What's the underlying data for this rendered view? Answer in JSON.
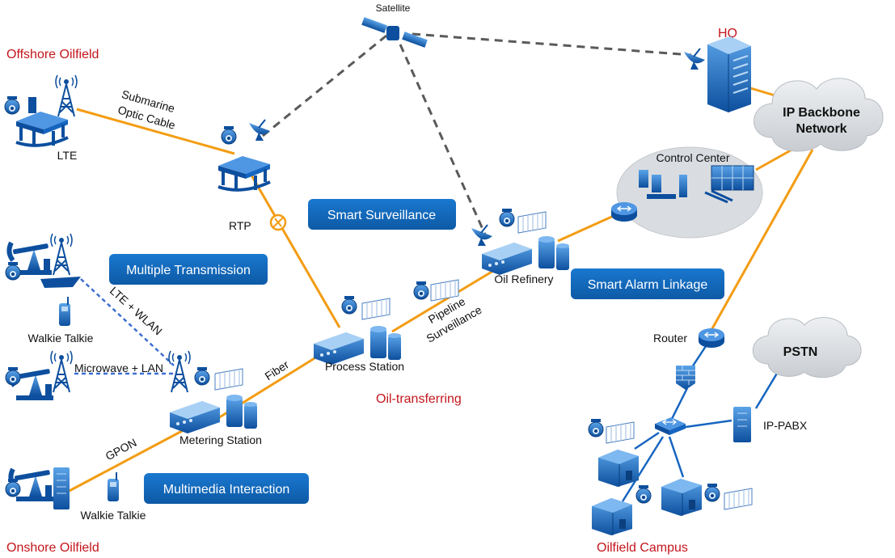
{
  "colors": {
    "fiber": "#f39c12",
    "satellite_link": "#555555",
    "wireless_link": "#3d6fd1",
    "device_blue": "#1565c0",
    "pill_blue": "#1268bd",
    "region_red": "#c4161c",
    "cloud_grey": "#d5d8dc"
  },
  "regions": {
    "offshore": "Offshore Oilfield",
    "onshore": "Onshore Oilfield",
    "oil_transferring": "Oil-transferring",
    "campus": "Oilfield Campus"
  },
  "features": {
    "smart_surveillance": "Smart Surveillance",
    "multiple_transmission": "Multiple Transmission",
    "smart_alarm_linkage": "Smart Alarm Linkage",
    "multimedia_interaction": "Multimedia Interaction"
  },
  "nodes": {
    "satellite": "Satellite",
    "hq": "HQ",
    "lte": "LTE",
    "rtp": "RTP",
    "control_center": "Control Center",
    "oil_refinery": "Oil Refinery",
    "process_station": "Process Station",
    "metering_station": "Metering Station",
    "walkie_talkie_1": "Walkie Talkie",
    "walkie_talkie_2": "Walkie Talkie",
    "router": "Router",
    "ip_pabx": "IP-PABX"
  },
  "clouds": {
    "ip_backbone_1": "IP Backbone",
    "ip_backbone_2": "Network",
    "pstn": "PSTN"
  },
  "links": {
    "submarine_1": "Submarine",
    "submarine_2": "Optic Cable",
    "lte_wlan": "LTE + WLAN",
    "microwave_lan": "Microwave + LAN",
    "fiber": "Fiber",
    "gpon": "GPON",
    "pipeline_1": "Pipeline",
    "pipeline_2": "Surveillance"
  }
}
